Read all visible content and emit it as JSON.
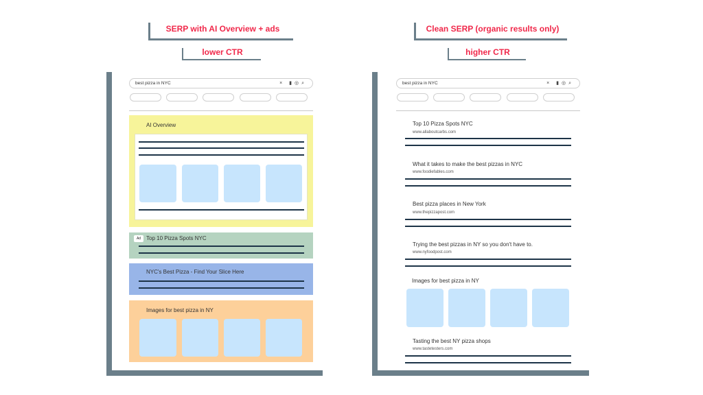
{
  "colors": {
    "accent": "#f0284a",
    "frame": "#6b7f8a",
    "ai_overview": "#f7f49a",
    "ad": "#b5d3c0",
    "sponsored": "#98b5e8",
    "images": "#fdd09a",
    "image_tile": "#c7e5fd",
    "text_line": "#1c3347"
  },
  "left": {
    "title": "SERP with AI Overview + ads",
    "subtitle": "lower CTR",
    "search_query": "best pizza in NYC",
    "ai_overview_label": "AI Overview",
    "ad_badge": "Ad",
    "ad_title": "Top 10 Pizza Spots NYC",
    "sponsored_title": "NYC's Best Pizza - Find Your Slice Here",
    "images_label": "Images for best pizza in NY"
  },
  "right": {
    "title": "Clean SERP (organic results only)",
    "subtitle": "higher CTR",
    "search_query": "best pizza in NYC",
    "results": [
      {
        "title": "Top 10 Pizza Spots NYC",
        "url": "www.allaboutcarbs.com"
      },
      {
        "title": "What it takes to make the best pizzas in NYC",
        "url": "www.foodiefables.com"
      },
      {
        "title": "Best pizza places in New York",
        "url": "www.thepizzapost.com"
      },
      {
        "title": "Trying the best pizzas in NY so you don't have to.",
        "url": "www.nyfoodpost.com"
      }
    ],
    "images_label": "Images for best pizza in NY",
    "last_result": {
      "title": "Tasting the best NY pizza shops",
      "url": "www.tastetesters.com"
    }
  },
  "icons": {
    "clear": "×",
    "mic": "🎤",
    "lens": "◎",
    "search": "⌕"
  }
}
